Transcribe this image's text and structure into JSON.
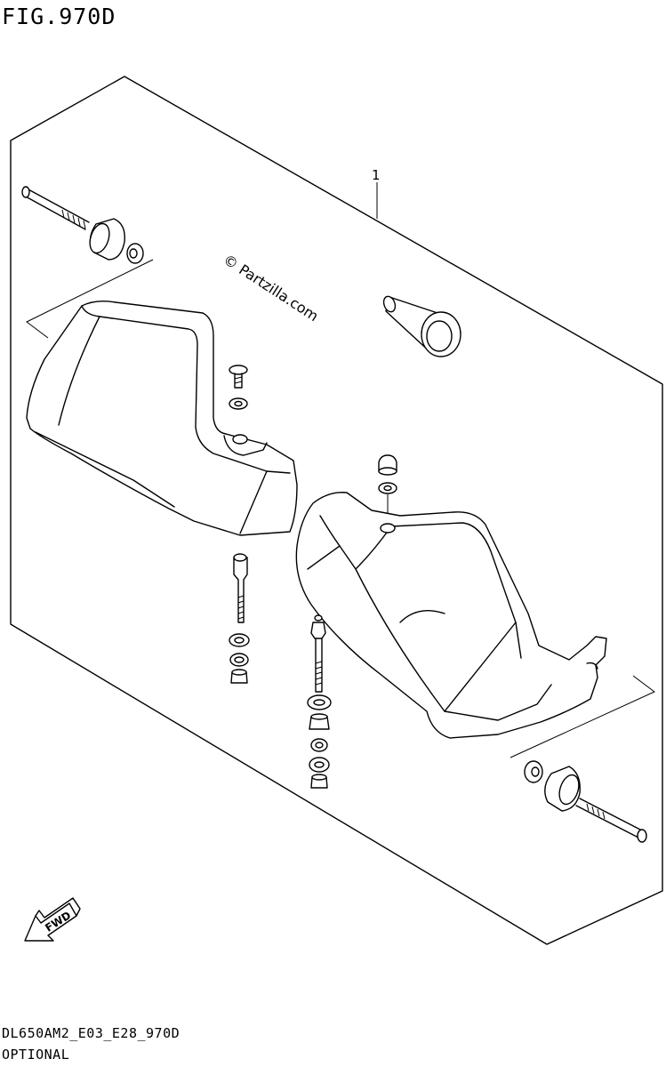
{
  "figure": {
    "title": "FIG.970D",
    "watermark": "© Partzilla.com",
    "reference_number": "1",
    "direction_label": "FWD"
  },
  "footer": {
    "code": "DL650AM2_E03_E28_970D",
    "note": "OPTIONAL"
  },
  "parts": [
    {
      "name": "handguard-left"
    },
    {
      "name": "handguard-right"
    },
    {
      "name": "bar-end-weight-left"
    },
    {
      "name": "bar-end-weight-right"
    },
    {
      "name": "grip-cap"
    },
    {
      "name": "screw"
    },
    {
      "name": "washer"
    },
    {
      "name": "cap-nut"
    },
    {
      "name": "stud-bolt"
    },
    {
      "name": "nut"
    }
  ]
}
